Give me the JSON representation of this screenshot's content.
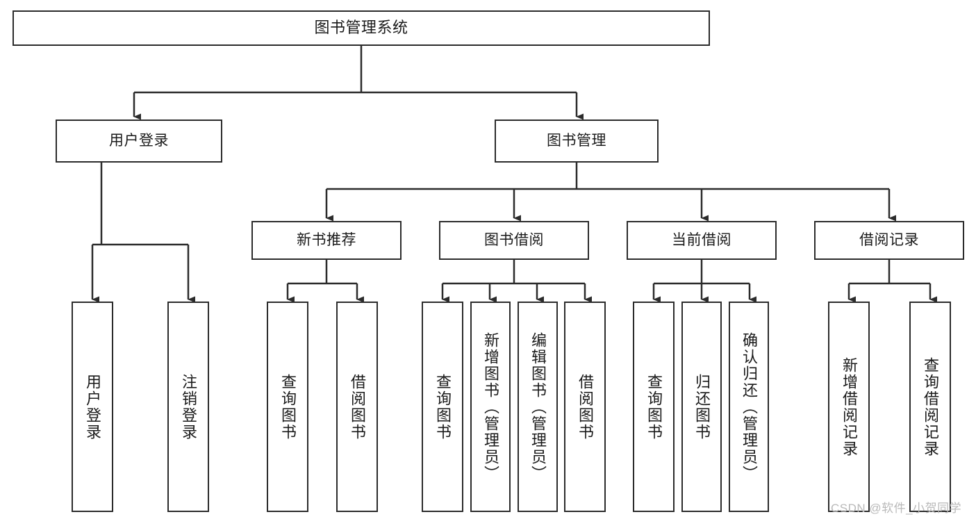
{
  "diagram": {
    "title": "图书管理系统",
    "type": "tree-hierarchy",
    "root": {
      "label": "图书管理系统"
    },
    "level1": [
      {
        "label": "用户登录"
      },
      {
        "label": "图书管理"
      }
    ],
    "level2": [
      {
        "label": "新书推荐"
      },
      {
        "label": "图书借阅"
      },
      {
        "label": "当前借阅"
      },
      {
        "label": "借阅记录"
      }
    ],
    "leaves": {
      "user_login": [
        {
          "label": "用户登录"
        },
        {
          "label": "注销登录"
        }
      ],
      "new_book_recommend": [
        {
          "label": "查询图书"
        },
        {
          "label": "借阅图书"
        }
      ],
      "book_borrow": [
        {
          "label": "查询图书"
        },
        {
          "label": "新增图书（管理员）"
        },
        {
          "label": "编辑图书（管理员）"
        },
        {
          "label": "借阅图书"
        }
      ],
      "current_borrow": [
        {
          "label": "查询图书"
        },
        {
          "label": "归还图书"
        },
        {
          "label": "确认归还（管理员）"
        }
      ],
      "borrow_records": [
        {
          "label": "新增借阅记录"
        },
        {
          "label": "查询借阅记录"
        }
      ]
    }
  },
  "watermark": {
    "text": "CSDN @软件_小贺同学"
  },
  "colors": {
    "stroke": "#2b2b2b",
    "background": "#ffffff",
    "text": "#1a1a1a",
    "watermark": "#b9b9b9"
  }
}
